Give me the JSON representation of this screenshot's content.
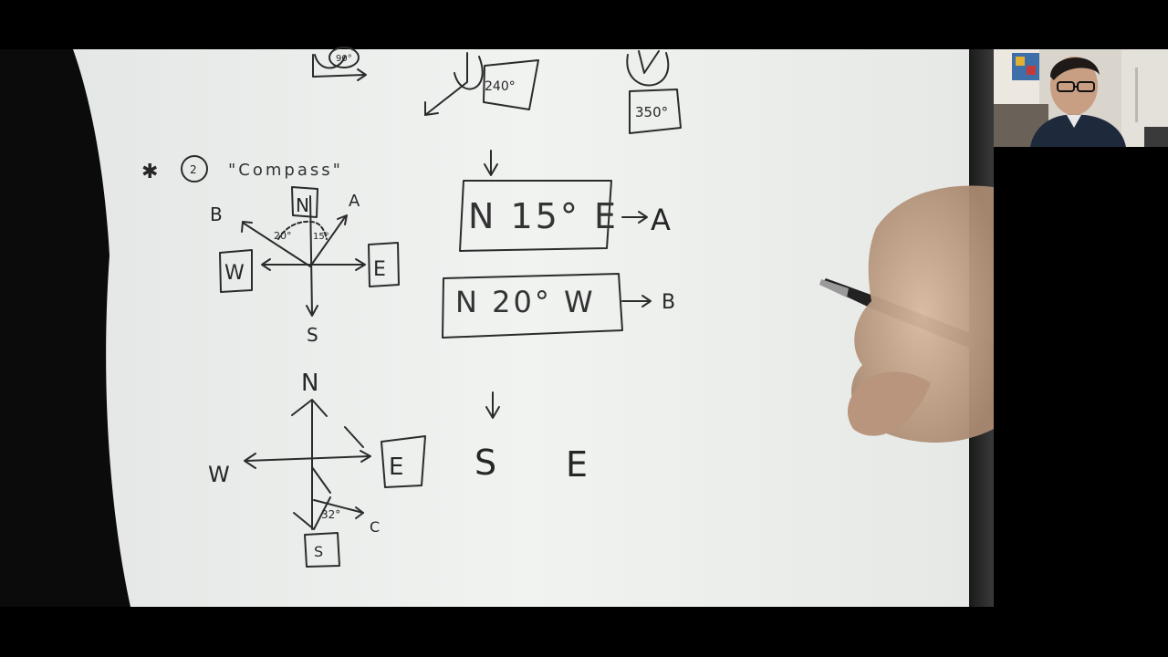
{
  "board": {
    "top_angle_1": "90°",
    "top_angle_2": "240°",
    "top_angle_3": "350°",
    "item_marker": "✱",
    "item_number": "2",
    "heading": "\"Compass\"",
    "compass1": {
      "north": "N",
      "south": "S",
      "east": "E",
      "west": "W",
      "point_a": "A",
      "point_b": "B",
      "angle_b": "20°",
      "angle_a": "15°"
    },
    "bearing_a": "N 15° E",
    "bearing_a_target": "A",
    "bearing_b": "N 20° W",
    "bearing_b_target": "B",
    "compass2": {
      "north": "N",
      "south": "S",
      "east": "E",
      "west": "W",
      "point_c": "C",
      "angle_c": "32°"
    },
    "bearing_c_partial_1": "S",
    "bearing_c_partial_2": "E"
  },
  "colors": {
    "paper": "#eef0ee",
    "ink": "#2b2b2b",
    "background": "#000000"
  },
  "webcam": {
    "subject": "presenter"
  }
}
